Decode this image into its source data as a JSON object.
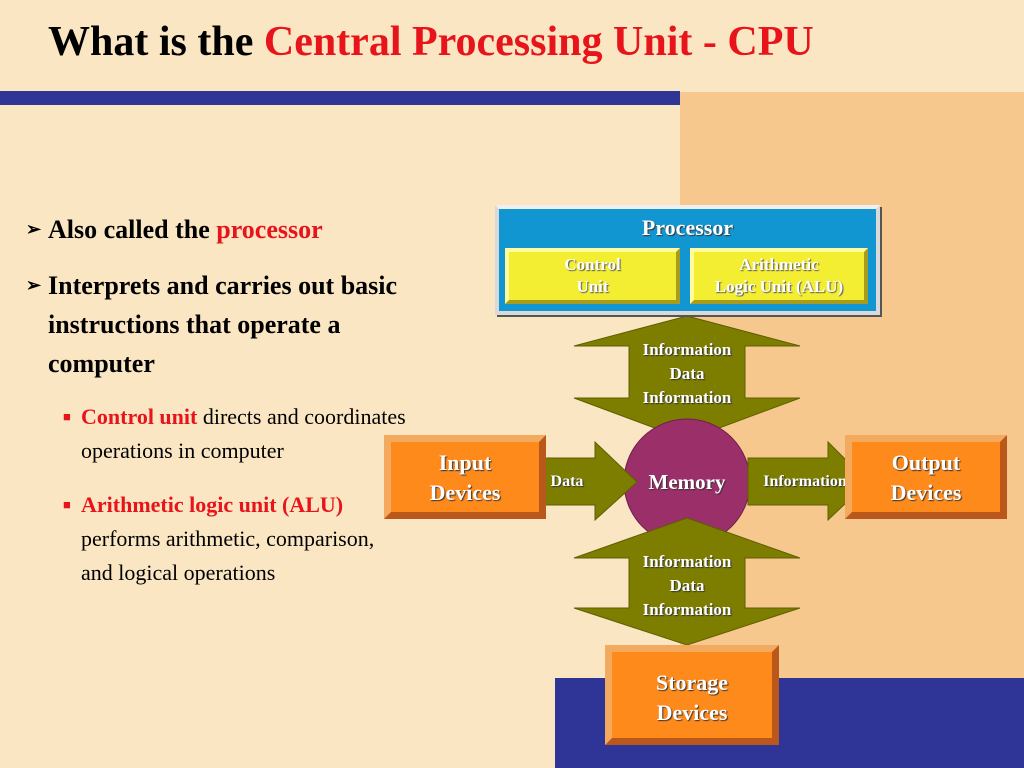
{
  "title": {
    "prefix": "What is the ",
    "highlight": "Central Processing Unit - CPU"
  },
  "bullets": [
    {
      "text": "Also called the ",
      "highlight": "processor"
    },
    {
      "text": "Interprets and carries out basic instructions that operate a computer"
    }
  ],
  "subbullets": [
    {
      "highlight": "Control unit",
      "text": " directs and coordinates operations in computer"
    },
    {
      "highlight": "Arithmetic logic unit (ALU)",
      "text": " performs arithmetic, comparison, and logical operations"
    }
  ],
  "diagram": {
    "processor": "Processor",
    "control_unit": [
      "Control",
      "Unit"
    ],
    "alu": [
      "Arithmetic",
      "Logic Unit (ALU)"
    ],
    "top_arrow": [
      "Information",
      "Data",
      "Information"
    ],
    "bottom_arrow": [
      "Information",
      "Data",
      "Information"
    ],
    "memory": "Memory",
    "input": [
      "Input",
      "Devices"
    ],
    "output": [
      "Output",
      "Devices"
    ],
    "storage": [
      "Storage",
      "Devices"
    ],
    "left_arrow": "Data",
    "right_arrow": "Information"
  },
  "colors": {
    "background": "#fae6c2",
    "accent_red": "#e8141b",
    "navy": "#2f3597",
    "processor_blue": "#1296d2",
    "unit_yellow": "#f4ee33",
    "arrow_olive": "#7d7e00",
    "memory_magenta": "#9a2f6a",
    "device_orange": "#ff8a1c"
  }
}
